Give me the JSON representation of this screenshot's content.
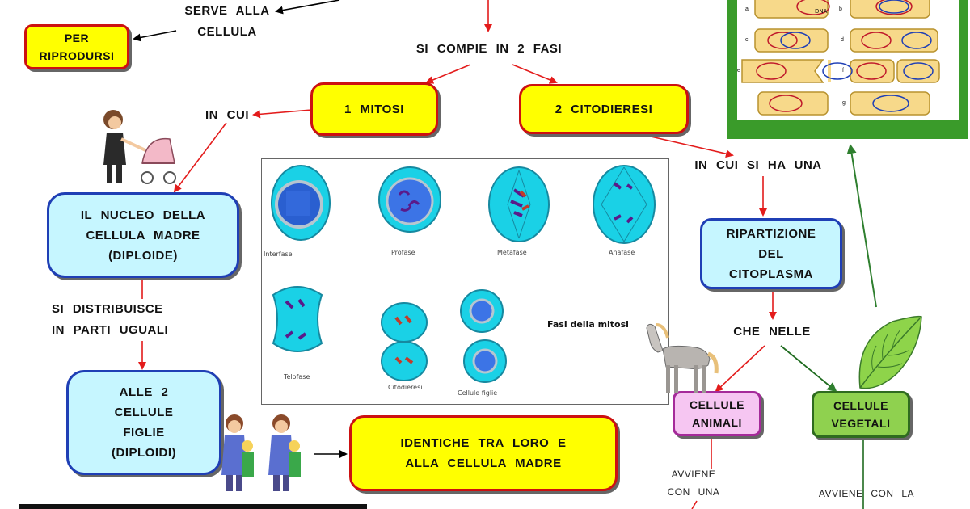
{
  "top": {
    "serve_label": "SERVE   ALLA\nCELLULA",
    "per_riprodursi": "PER\nRIPRODURSI",
    "si_compie": "SI   COMPIE   IN 2 FASI"
  },
  "fasi": {
    "mitosi": "1   MITOSI",
    "citodieresi": "2   CITODIERESI",
    "in_cui": "IN   CUI",
    "in_cui_si_ha_una": "IN  CUI  SI  HA  UNA"
  },
  "left": {
    "nucleo": "IL   NUCLEO    DELLA\nCELLULA   MADRE\n(DIPLOIDE)",
    "si_distribuisce": "SI    DISTRIBUISCE\nIN   PARTI   UGUALI",
    "cellule_figlie": "ALLE  2\nCELLULE\nFIGLIE\n(DIPLOIDI)",
    "identiche": "IDENTICHE   TRA  LORO  E\nALLA   CELLULA   MADRE"
  },
  "right": {
    "ripartizione": "RIPARTIZIONE\nDEL\nCITOPLASMA",
    "che_nelle": "CHE    NELLE",
    "cellule_animali": "CELLULE\nANIMALI",
    "cellule_vegetali": "CELLULE\nVEGETALI",
    "avviene_con_una": "AVVIENE\nCON   UNA",
    "avviene_con_la": "AVVIENE     CON    LA"
  },
  "mitosis_figure": {
    "title": "Fasi della mitosi",
    "labels": [
      "Interfase",
      "Profase",
      "Metafase",
      "Anafase",
      "Telofase",
      "Citodieresi",
      "Cellule figlie"
    ]
  },
  "cell_division_figure": {
    "dna_label": "DNA",
    "letters": [
      "a",
      "b",
      "c",
      "d",
      "e",
      "f",
      "g"
    ]
  },
  "colors": {
    "arrow_red": "#e31b1b",
    "arrow_green": "#2f7f2f",
    "cell_cyan": "#1ad1e6",
    "box_yellow": "#ffff00"
  }
}
